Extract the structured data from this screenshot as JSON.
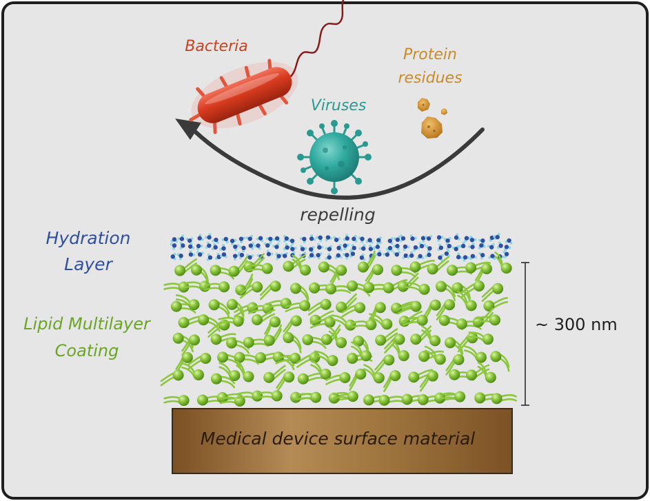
{
  "labels": {
    "bacteria": "Bacteria",
    "viruses": "Viruses",
    "protein_line1": "Protein",
    "protein_line2": "residues",
    "repelling": "repelling",
    "hydration_line1": "Hydration",
    "hydration_line2": "Layer",
    "lipid_line1": "Lipid Multilayer",
    "lipid_line2": "Coating",
    "thickness": "~ 300 nm",
    "surface": "Medical device surface material"
  },
  "colors": {
    "panel_bg": "#e6e6e6",
    "border": "#1e1e1e",
    "bacteria": "#c8431f",
    "virus": "#2a9a90",
    "protein": "#c98a27",
    "hydration": "#2f4f9f",
    "lipid": "#6aa624",
    "surface_dark": "#7a5024",
    "surface_light": "#b48a55",
    "arrow": "#3a3a3a"
  },
  "icons": [
    "bacterium-icon",
    "virus-icon",
    "protein-residue-icon",
    "water-molecule-icon",
    "lipid-molecule-icon",
    "curved-arrow-icon"
  ]
}
